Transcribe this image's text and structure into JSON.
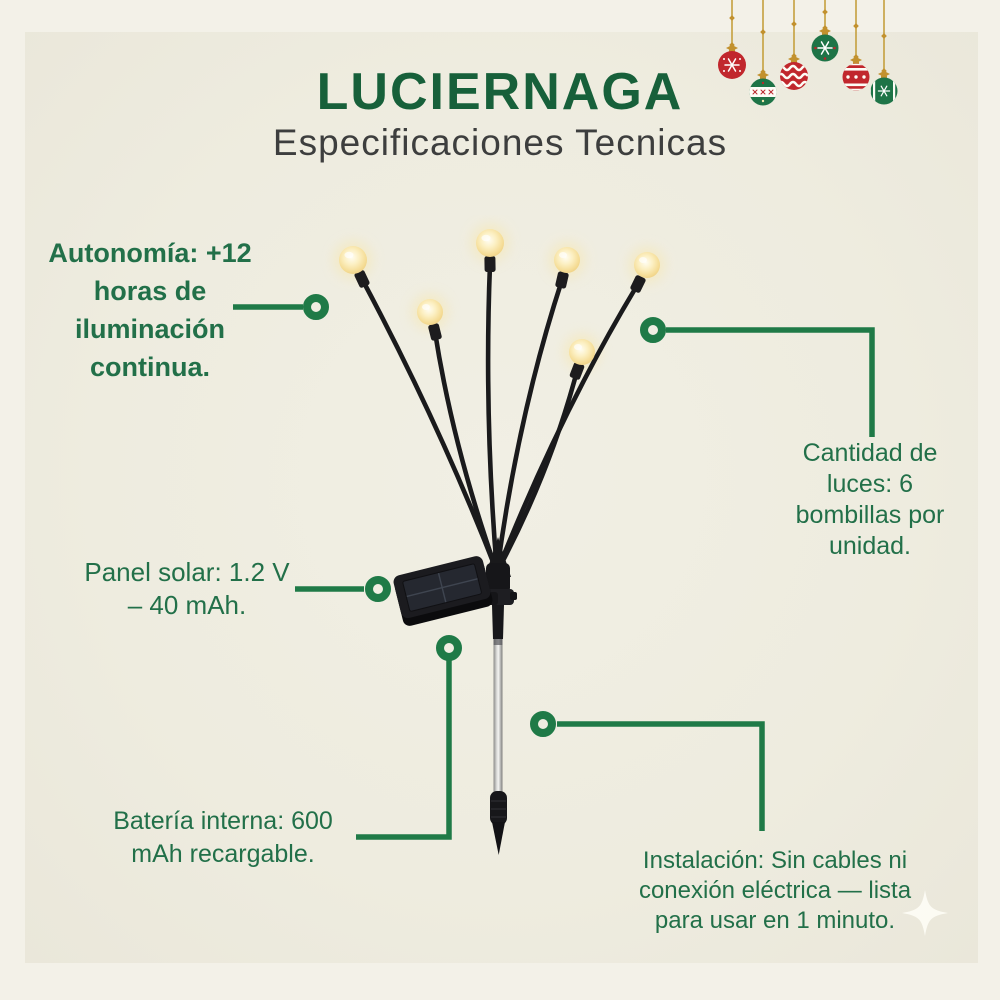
{
  "page": {
    "title": "LUCIERNAGA",
    "subtitle": "Especificaciones Tecnicas"
  },
  "theme": {
    "background_outer": "#f3f1e8",
    "background_inner": "#eeecdf",
    "title_green": "#17603a",
    "subtitle_gray": "#3d3e3e",
    "callout_green": "#1f7a47",
    "spec_text_green": "#227049",
    "ornament_red": "#c1272d",
    "ornament_green": "#1e7447",
    "ornament_gold": "#c2912e",
    "bulb_warm_yellow": "#f6dd97"
  },
  "specs": {
    "autonomia": {
      "label": "Autonomía: +12\nhoras de\niluminación\ncontinua."
    },
    "cantidad": {
      "label": "Cantidad de\nluces: 6\nbombillas por\nunidad."
    },
    "panel_solar": {
      "label": "Panel solar: 1.2 V\n– 40 mAh."
    },
    "bateria": {
      "label": "Batería interna: 600\nmAh recargable."
    },
    "instalacion": {
      "label": "Instalación: Sin cables ni\nconexión eléctrica — lista\npara usar en 1 minuto."
    }
  },
  "product": {
    "bulb_count": 6
  },
  "decorations": {
    "christmas_ornament_count": 6,
    "sparkle": true
  }
}
